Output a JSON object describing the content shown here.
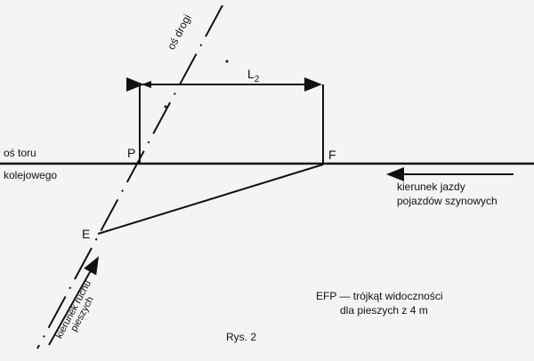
{
  "labels": {
    "road_axis": "oś drogi",
    "length": "L",
    "length_sub": "2",
    "track_axis_1": "oś toru",
    "track_axis_2": "kolejowego",
    "point_p": "P",
    "point_f": "F",
    "point_e": "E",
    "train_direction_1": "kierunek jazdy",
    "train_direction_2": "pojazdów szynowych",
    "pedestrian_direction_1": "kierunek ruchu",
    "pedestrian_direction_2": "pieszych",
    "legend_1": "EFP — trójkąt widoczności",
    "legend_2": "dla pieszych z 4 m",
    "caption": "Rys. 2"
  }
}
